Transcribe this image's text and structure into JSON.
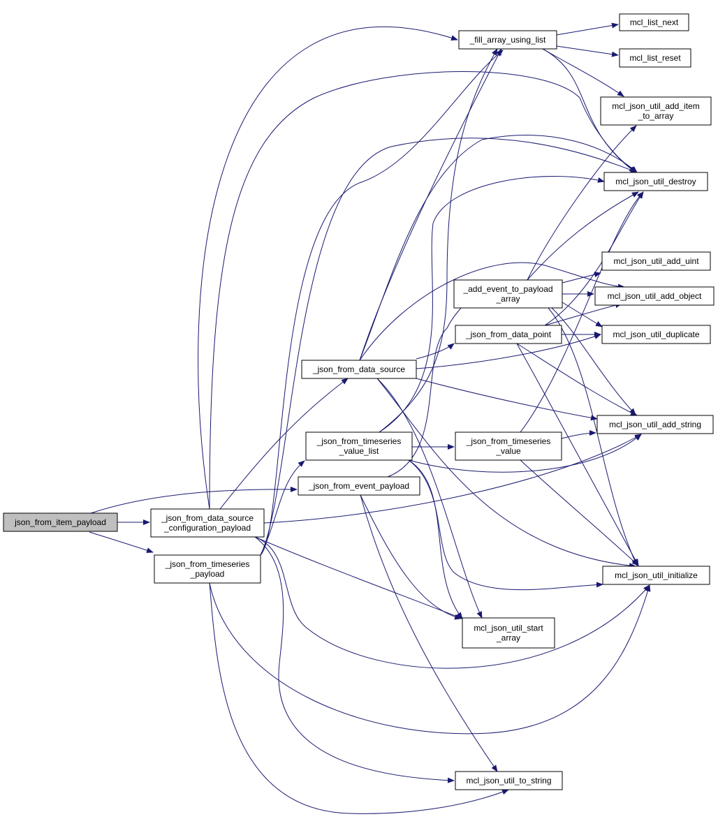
{
  "colors": {
    "edge": "#191970",
    "node_border": "#000000",
    "node_fill": "#ffffff",
    "root_fill": "#bfbfbf"
  },
  "nodes": [
    {
      "id": "json_from_item_payload",
      "lines": [
        "json_from_item_payload"
      ],
      "root": true
    },
    {
      "id": "_json_from_data_source_configuration_payload",
      "lines": [
        "_json_from_data_source",
        "_configuration_payload"
      ]
    },
    {
      "id": "_json_from_timeseries_payload",
      "lines": [
        "_json_from_timeseries",
        "_payload"
      ]
    },
    {
      "id": "_json_from_event_payload",
      "lines": [
        "_json_from_event_payload"
      ]
    },
    {
      "id": "_json_from_timeseries_value_list",
      "lines": [
        "_json_from_timeseries",
        "_value_list"
      ]
    },
    {
      "id": "_json_from_data_source",
      "lines": [
        "_json_from_data_source"
      ]
    },
    {
      "id": "_fill_array_using_list",
      "lines": [
        "_fill_array_using_list"
      ]
    },
    {
      "id": "mcl_list_next",
      "lines": [
        "mcl_list_next"
      ]
    },
    {
      "id": "mcl_list_reset",
      "lines": [
        "mcl_list_reset"
      ]
    },
    {
      "id": "mcl_json_util_add_item_to_array",
      "lines": [
        "mcl_json_util_add_item",
        "_to_array"
      ]
    },
    {
      "id": "mcl_json_util_destroy",
      "lines": [
        "mcl_json_util_destroy"
      ]
    },
    {
      "id": "mcl_json_util_add_uint",
      "lines": [
        "mcl_json_util_add_uint"
      ]
    },
    {
      "id": "_add_event_to_payload_array",
      "lines": [
        "_add_event_to_payload",
        "_array"
      ]
    },
    {
      "id": "mcl_json_util_add_object",
      "lines": [
        "mcl_json_util_add_object"
      ]
    },
    {
      "id": "_json_from_data_point",
      "lines": [
        "_json_from_data_point"
      ]
    },
    {
      "id": "mcl_json_util_duplicate",
      "lines": [
        "mcl_json_util_duplicate"
      ]
    },
    {
      "id": "mcl_json_util_add_string",
      "lines": [
        "mcl_json_util_add_string"
      ]
    },
    {
      "id": "_json_from_timeseries_value",
      "lines": [
        "_json_from_timeseries",
        "_value"
      ]
    },
    {
      "id": "mcl_json_util_initialize",
      "lines": [
        "mcl_json_util_initialize"
      ]
    },
    {
      "id": "mcl_json_util_start_array",
      "lines": [
        "mcl_json_util_start",
        "_array"
      ]
    },
    {
      "id": "mcl_json_util_to_string",
      "lines": [
        "mcl_json_util_to_string"
      ]
    }
  ]
}
